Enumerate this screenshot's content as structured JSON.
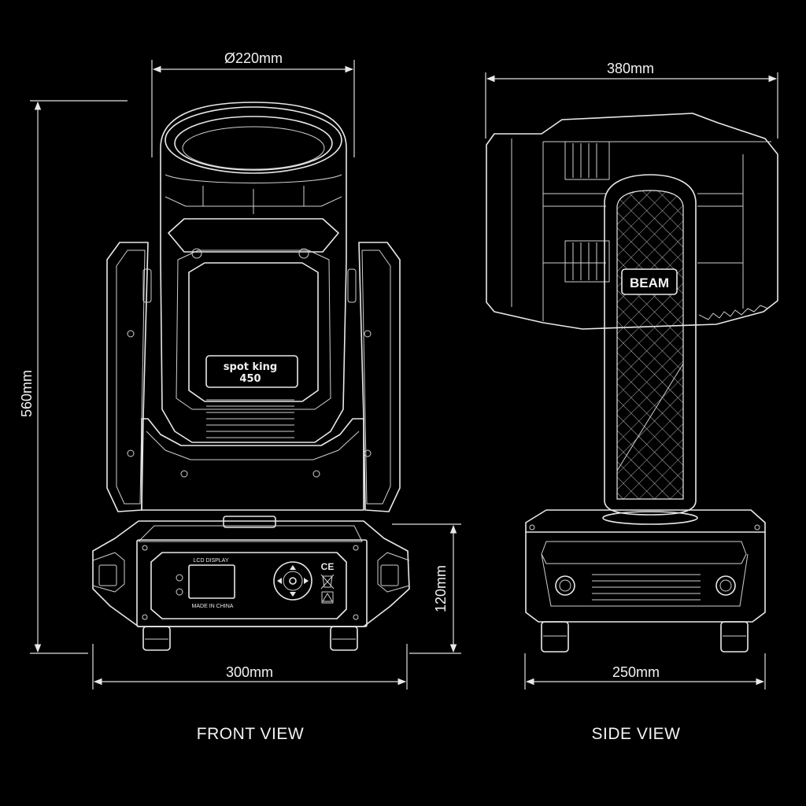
{
  "dimensions": {
    "front_diameter": "Ø220mm",
    "front_height": "560mm",
    "front_width": "300mm",
    "base_height": "120mm",
    "side_depth": "380mm",
    "side_base_width": "250mm"
  },
  "labels": {
    "front_view": "FRONT VIEW",
    "side_view": "SIDE VIEW",
    "model_line1": "spot king",
    "model_line2": "450",
    "beam_badge": "BEAM",
    "lcd_display": "LCD DISPLAY",
    "made_in": "MADE IN CHINA",
    "ce_mark": "CE"
  }
}
